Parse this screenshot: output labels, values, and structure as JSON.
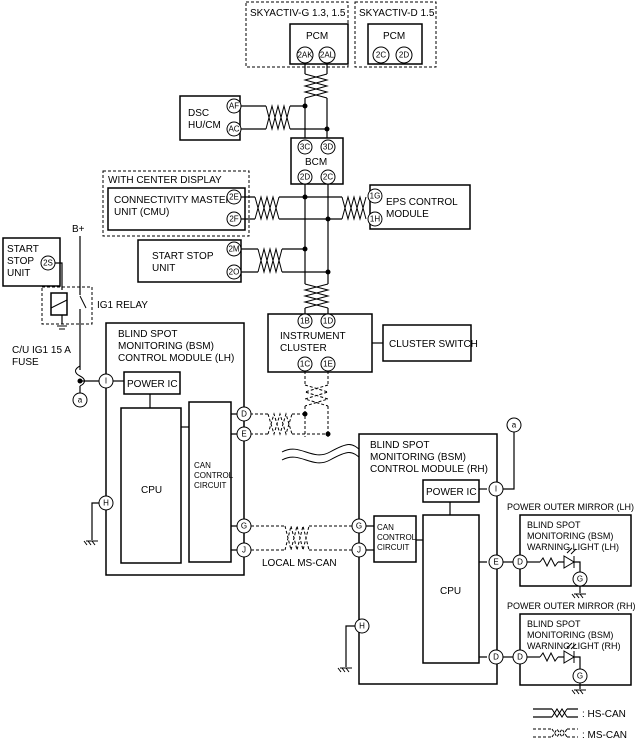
{
  "modules": {
    "skyactiv_g_label": "SKYACTIV-G 1.3, 1.5",
    "skyactiv_d_label": "SKYACTIV-D 1.5",
    "pcm_g": "PCM",
    "pcm_d": "PCM",
    "dsc_line1": "DSC",
    "dsc_line2": "HU/CM",
    "bcm": "BCM",
    "center_display": "WITH CENTER DISPLAY",
    "cmu_line1": "CONNECTIVITY MASTER",
    "cmu_line2": "UNIT (CMU)",
    "eps_line1": "EPS CONTROL",
    "eps_line2": "MODULE",
    "ssu_line1": "START STOP",
    "ssu_line2": "UNIT",
    "start_stop_left_line1": "START",
    "start_stop_left_line2": "STOP",
    "start_stop_left_line3": "UNIT",
    "b_plus": "B+",
    "ig1_relay": "IG1 RELAY",
    "fuse_line1": "C/U IG1 15 A",
    "fuse_line2": "FUSE",
    "cluster_line1": "INSTRUMENT",
    "cluster_line2": "CLUSTER",
    "cluster_switch": "CLUSTER SWITCH",
    "bsm_lh_line1": "BLIND SPOT",
    "bsm_lh_line2": "MONITORING (BSM)",
    "bsm_lh_line3": "CONTROL MODULE (LH)",
    "bsm_rh_line1": "BLIND SPOT",
    "bsm_rh_line2": "MONITORING (BSM)",
    "bsm_rh_line3": "CONTROL MODULE (RH)",
    "power_ic": "POWER IC",
    "cpu": "CPU",
    "can_line1": "CAN",
    "can_line2": "CONTROL",
    "can_line3": "CIRCUIT",
    "local_ms_can": "LOCAL MS-CAN",
    "mirror_lh_title": "POWER OUTER MIRROR (LH)",
    "mirror_rh_title": "POWER OUTER MIRROR (RH)",
    "warn_lh_line1": "BLIND SPOT",
    "warn_lh_line2": "MONITORING (BSM)",
    "warn_lh_line3": "WARNING LIGHT (LH)",
    "warn_rh_line1": "BLIND SPOT",
    "warn_rh_line2": "MONITORING (BSM)",
    "warn_rh_line3": "WARNING LIGHT (RH)",
    "junction_a": "a"
  },
  "pins": {
    "pcm_g_1": "2AK",
    "pcm_g_2": "2AL",
    "pcm_d_1": "2C",
    "pcm_d_2": "2D",
    "dsc_1": "AF",
    "dsc_2": "AC",
    "bcm_1": "3C",
    "bcm_2": "3D",
    "bcm_3": "2D",
    "bcm_4": "2C",
    "cmu_1": "2E",
    "cmu_2": "2F",
    "eps_1": "1G",
    "eps_2": "1H",
    "ssu_1": "2M",
    "ssu_2": "2O",
    "ssu_left": "2S",
    "cluster_1": "1B",
    "cluster_2": "1D",
    "cluster_3": "1C",
    "cluster_4": "1E",
    "lh_I": "I",
    "lh_D": "D",
    "lh_E": "E",
    "lh_G": "G",
    "lh_J": "J",
    "lh_H": "H",
    "rh_G": "G",
    "rh_J": "J",
    "rh_I": "I",
    "rh_E": "E",
    "rh_D": "D",
    "rh_H": "H",
    "mir_lh_D": "D",
    "mir_lh_G": "G",
    "mir_rh_D": "D",
    "mir_rh_G": "G"
  },
  "legend": {
    "hs_can": ": HS-CAN",
    "ms_can": ": MS-CAN"
  }
}
